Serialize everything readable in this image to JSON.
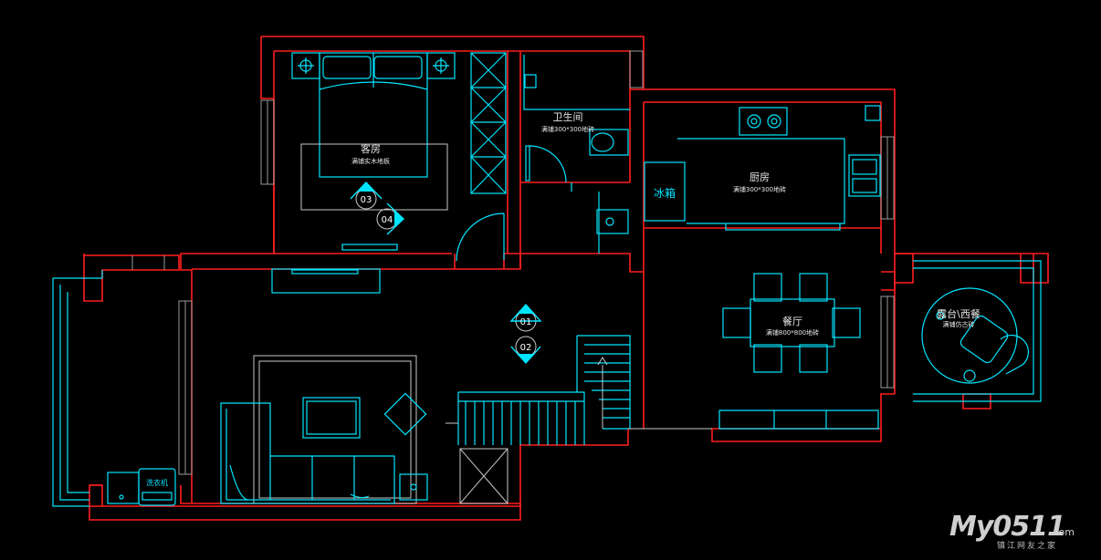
{
  "rooms": {
    "guest_room": {
      "name": "客房",
      "note": "满铺实木地板"
    },
    "bathroom": {
      "name": "卫生间",
      "note": "满铺300*300地砖"
    },
    "kitchen": {
      "name": "厨房",
      "note": "满铺300*300地砖"
    },
    "dining": {
      "name": "餐厅",
      "note": "满铺800*800地砖"
    },
    "terrace": {
      "name": "露台\\西餐",
      "note": "满铺仿古砖"
    }
  },
  "labels": {
    "fridge": "冰箱",
    "washer": "洗衣机"
  },
  "markers": [
    "01",
    "02",
    "03",
    "04"
  ],
  "watermark": {
    "brand": "My0511",
    "suffix": ".com",
    "caption": "镇江网友之家"
  },
  "colors": {
    "walls": "#ff1e1e",
    "fixtures": "#00e5ff",
    "background": "#000000"
  }
}
